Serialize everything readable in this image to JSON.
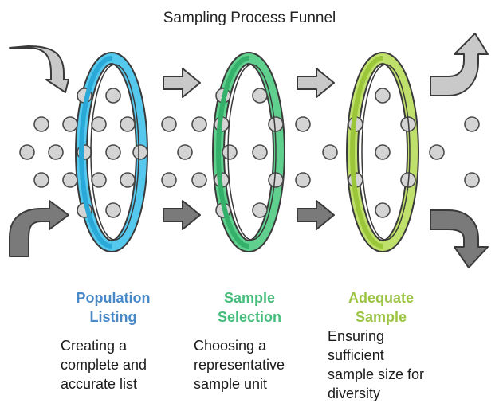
{
  "title": "Sampling Process Funnel",
  "colors": {
    "dot_fill": "#d4d4d4",
    "dot_stroke": "#4a4a4a",
    "arrow_light": "#c9c9c9",
    "arrow_dark": "#7a7a7a",
    "arrow_stroke": "#3a3a3a"
  },
  "stages": [
    {
      "title_lines": [
        "Population",
        "Listing"
      ],
      "description_lines": [
        "Creating a",
        "complete and",
        "accurate list"
      ],
      "ring_color": "#55c8ee",
      "ring_inner": "#2aa8d8",
      "title_color": "#4a89c8"
    },
    {
      "title_lines": [
        "Sample",
        "Selection"
      ],
      "description_lines": [
        "Choosing a",
        "representative",
        "sample unit"
      ],
      "ring_color": "#5fd08e",
      "ring_inner": "#35b06a",
      "title_color": "#46bd7c"
    },
    {
      "title_lines": [
        "Adequate",
        "Sample"
      ],
      "description_lines": [
        "Ensuring",
        "sufficient",
        "sample size for",
        "diversity"
      ],
      "ring_color": "#bfe06a",
      "ring_inner": "#9cc63a",
      "title_color": "#9dc544"
    }
  ]
}
